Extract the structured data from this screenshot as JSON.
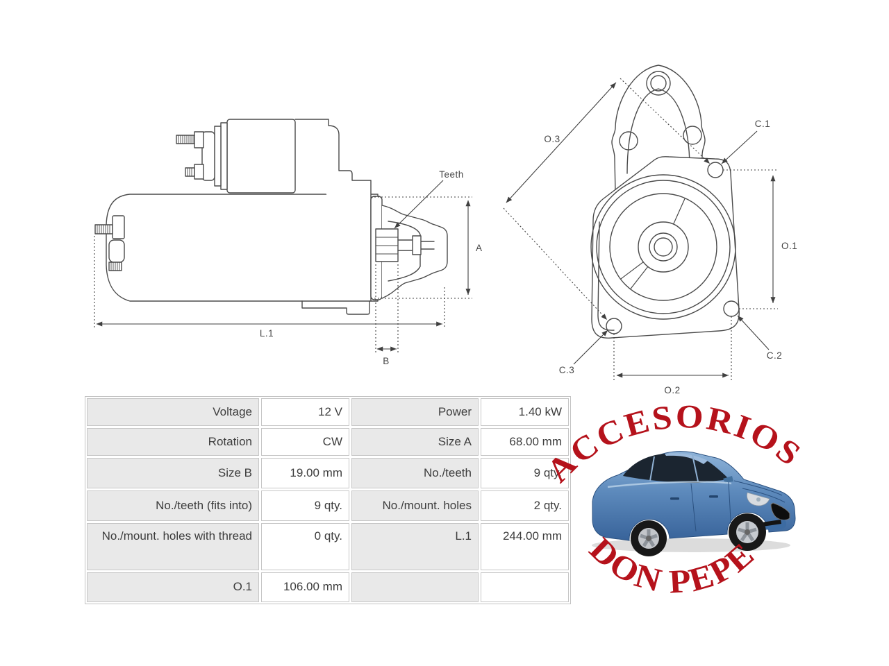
{
  "page": {
    "background": "#ffffff"
  },
  "side_view": {
    "labels": {
      "teeth": "Teeth",
      "a": "A",
      "l1": "L.1",
      "b": "B"
    }
  },
  "front_view": {
    "labels": {
      "o3": "O.3",
      "c1": "C.1",
      "o1": "O.1",
      "c2": "C.2",
      "c3": "C.3",
      "o2": "O.2"
    }
  },
  "spec_table": {
    "rows": [
      [
        "Voltage",
        "12 V",
        "Power",
        "1.40 kW"
      ],
      [
        "Rotation",
        "CW",
        "Size A",
        "68.00 mm"
      ],
      [
        "Size B",
        "19.00 mm",
        "No./teeth",
        "9 qty."
      ],
      [
        "No./teeth (fits into)",
        "9 qty.",
        "No./mount. holes",
        "2 qty."
      ],
      [
        "No./mount. holes with thread",
        "0 qty.",
        "L.1",
        "244.00 mm"
      ],
      [
        "O.1",
        "106.00 mm",
        "",
        ""
      ]
    ]
  },
  "watermark": {
    "arc_top": "ACCESORIOS",
    "arc_bottom": "DON PEPE",
    "color": "#b5121b",
    "car_body_color": "#5d8abc"
  }
}
